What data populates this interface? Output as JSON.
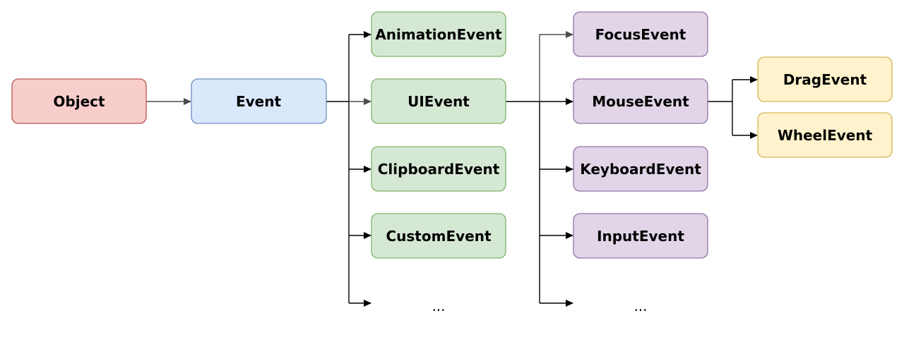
{
  "colors": {
    "red_fill": "#f8cecc",
    "red_stroke": "#b85450",
    "blue_fill": "#dae8fc",
    "blue_stroke": "#6c8ebf",
    "green_fill": "#d5e8d4",
    "green_stroke": "#82b366",
    "purple_fill": "#e1d5e7",
    "purple_stroke": "#9673a6",
    "yellow_fill": "#fff2cc",
    "yellow_stroke": "#d6b656",
    "edge_gray": "#4d4d4d",
    "edge_black": "#000000"
  },
  "nodes": {
    "object": "Object",
    "event": "Event",
    "animation_event": "AnimationEvent",
    "ui_event": "UIEvent",
    "clipboard_event": "ClipboardEvent",
    "custom_event": "CustomEvent",
    "focus_event": "FocusEvent",
    "mouse_event": "MouseEvent",
    "keyboard_event": "KeyboardEvent",
    "input_event": "InputEvent",
    "drag_event": "DragEvent",
    "wheel_event": "WheelEvent"
  },
  "ellipsis": {
    "event_children_more": "...",
    "ui_event_children_more": "..."
  }
}
